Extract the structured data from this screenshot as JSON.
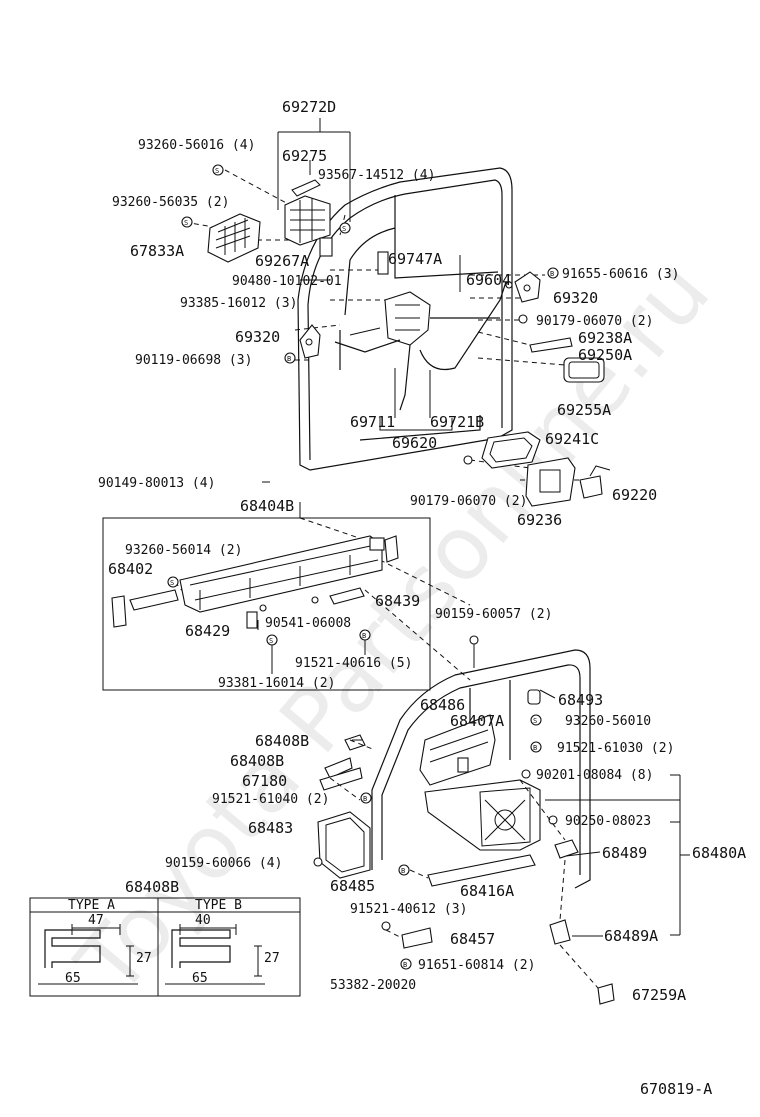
{
  "diagram_code": "670819-A",
  "watermark": "Toyota Partsonline.ru",
  "labels": {
    "p69272D": "69272D",
    "p93260_56016": "93260-56016 (4)",
    "p69275": "69275",
    "p93567_14512": "93567-14512 (4)",
    "p93260_56035": "93260-56035 (2)",
    "p67833A": "67833A",
    "p69267A": "69267A",
    "p69747A": "69747A",
    "p90480_10102": "90480-10102-01",
    "p69604": "69604",
    "p91655_60616": "91655-60616 (3)",
    "p69320a": "69320",
    "p93385_16012": "93385-16012 (3)",
    "p90179_06070a": "90179-06070 (2)",
    "p69320b": "69320",
    "p69238A": "69238A",
    "p90119_06698": "90119-06698 (3)",
    "p69250A": "69250A",
    "p69255A": "69255A",
    "p69711": "69711",
    "p69721B": "69721B",
    "p69620": "69620",
    "p69241C": "69241C",
    "p90149_80013": "90149-80013 (4)",
    "p90179_06070b": "90179-06070 (2)",
    "p69220": "69220",
    "p68404B": "68404B",
    "p69236": "69236",
    "p93260_56014": "93260-56014 (2)",
    "p68402": "68402",
    "p68439": "68439",
    "p90159_60057": "90159-60057 (2)",
    "p90541_06008": "90541-06008",
    "p68429": "68429",
    "p91521_40616": "91521-40616 (5)",
    "p93381_16014": "93381-16014 (2)",
    "p68493": "68493",
    "p68486": "68486",
    "p68407A": "68407A",
    "p93260_56010": "93260-56010",
    "p68408B_a": "68408B",
    "p91521_61030": "91521-61030 (2)",
    "p68408B_b": "68408B",
    "p67180": "67180",
    "p90201_08084": "90201-08084 (8)",
    "p91521_61040": "91521-61040 (2)",
    "p68483": "68483",
    "p90250_08023": "90250-08023",
    "p68489a": "68489",
    "p68480A": "68480A",
    "p90159_60066": "90159-60066 (4)",
    "p68485": "68485",
    "p68416A": "68416A",
    "p68408B_title": "68408B",
    "p91521_40612": "91521-40612 (3)",
    "p68457": "68457",
    "p68489A": "68489A",
    "p91651_60814": "91651-60814 (2)",
    "p53382_20020": "53382-20020",
    "p67259A": "67259A"
  },
  "detail_table": {
    "type_a": "TYPE A",
    "type_b": "TYPE B",
    "a_dims": [
      "47",
      "27",
      "65"
    ],
    "b_dims": [
      "40",
      "27",
      "65"
    ]
  }
}
